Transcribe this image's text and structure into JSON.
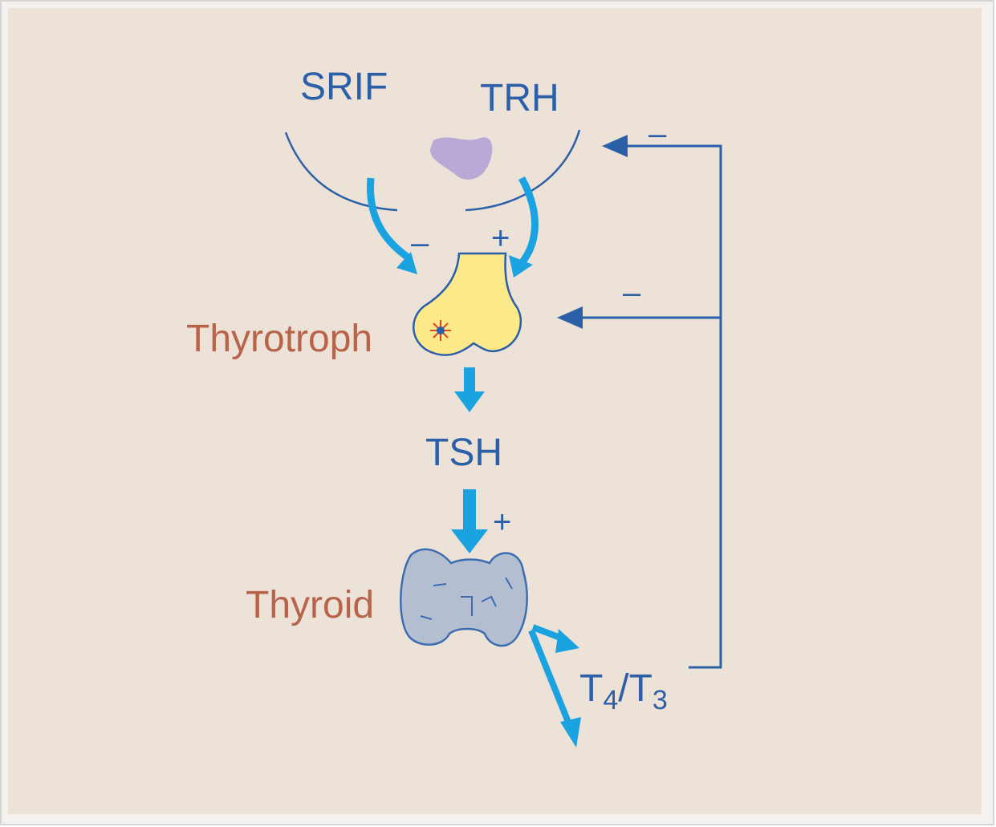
{
  "labels": {
    "srif": "SRIF",
    "trh": "TRH",
    "thyrotroph": "Thyrotroph",
    "tsh": "TSH",
    "thyroid": "Thyroid",
    "t4": "T",
    "t4_sub": "4",
    "slash": "/",
    "t3": "T",
    "t3_sub": "3"
  },
  "signs": {
    "srif_effect": "–",
    "trh_effect": "+",
    "tsh_effect": "+",
    "feedback_hypothalamus": "–",
    "feedback_pituitary": "–"
  },
  "colors": {
    "background": "#ede2d8",
    "label_blue": "#2b5fa8",
    "label_brown": "#b8644a",
    "arrow_light_blue": "#1aa3e0",
    "feedback_line": "#2b5fa8",
    "thyrotroph_fill": "#fbe98a",
    "trh_neuron_fill": "#b9a9d6",
    "thyroid_fill": "#b3bfd1"
  },
  "icons": {
    "thyrotroph": "pituitary-cell-icon",
    "thyroid": "thyroid-gland-icon",
    "neuron": "neuron-body-icon"
  }
}
